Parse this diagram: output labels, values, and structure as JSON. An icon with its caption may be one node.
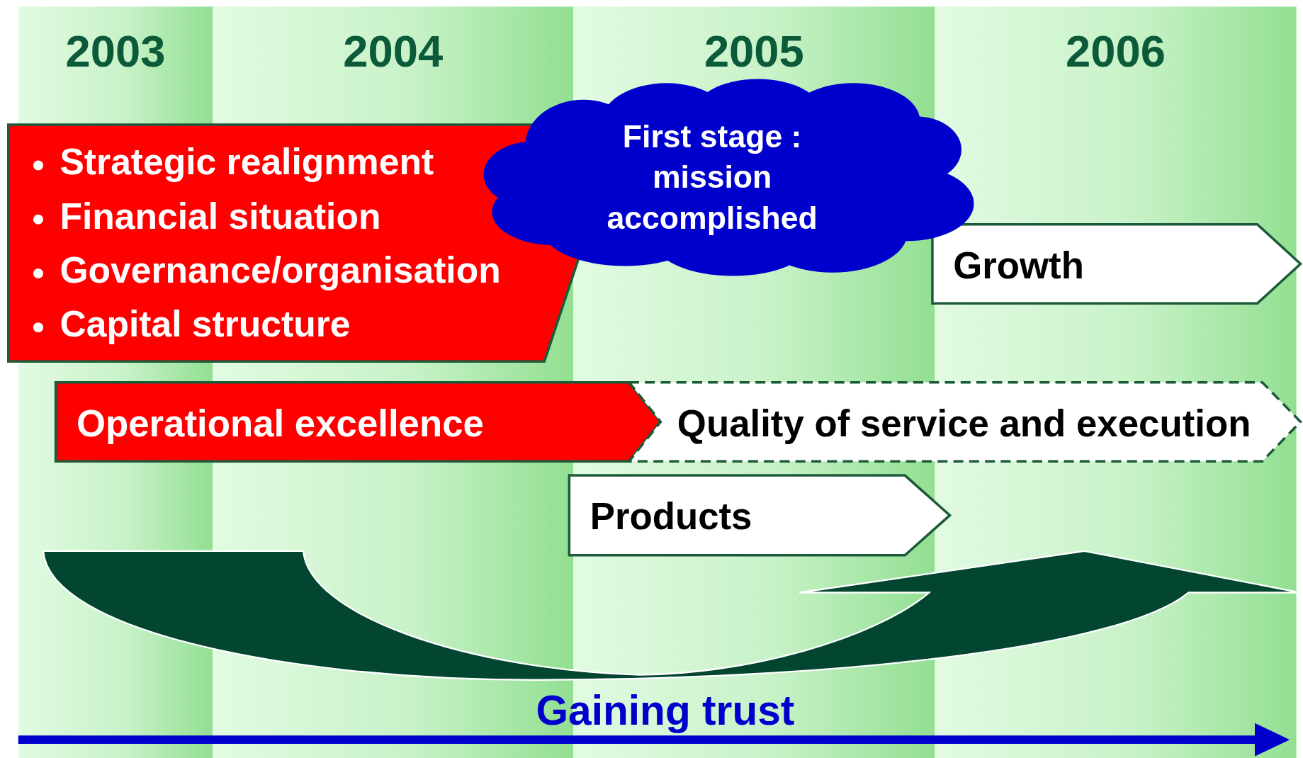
{
  "diagram": {
    "nodes": [
      {
        "text": [
          "2003"
        ]
      },
      {
        "text": [
          "2004"
        ]
      },
      {
        "text": [
          "2005"
        ]
      },
      {
        "text": [
          "2006"
        ]
      },
      {
        "text": [
          "Strategic realignment",
          "Financial situation",
          "Governance/organisation",
          "Capital structure"
        ]
      },
      {
        "text": [
          "First stage : mission accomplished"
        ]
      },
      {
        "text": [
          "Growth"
        ]
      },
      {
        "text": [
          "Operational excellence"
        ]
      },
      {
        "text": [
          "Quality of service and execution"
        ]
      },
      {
        "text": [
          "Products"
        ]
      }
    ],
    "edges": [],
    "labels": [
      "Gaining trust"
    ]
  }
}
